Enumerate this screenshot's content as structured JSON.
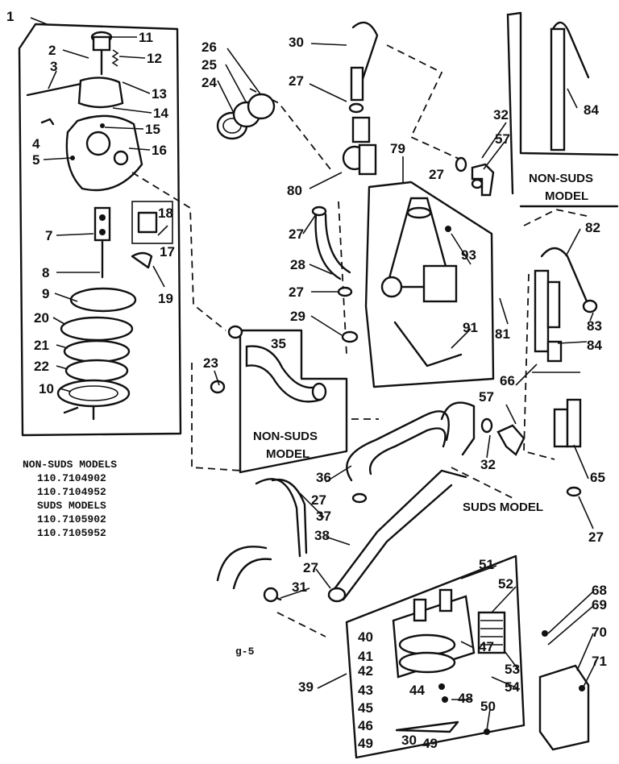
{
  "labels": [
    {
      "id": "1",
      "text": "1"
    },
    {
      "id": "2",
      "text": "2"
    },
    {
      "id": "3",
      "text": "3"
    },
    {
      "id": "4",
      "text": "4"
    },
    {
      "id": "5",
      "text": "5"
    },
    {
      "id": "7",
      "text": "7"
    },
    {
      "id": "8",
      "text": "8"
    },
    {
      "id": "9",
      "text": "9"
    },
    {
      "id": "10",
      "text": "10"
    },
    {
      "id": "11",
      "text": "11"
    },
    {
      "id": "12",
      "text": "12"
    },
    {
      "id": "13",
      "text": "13"
    },
    {
      "id": "14",
      "text": "14"
    },
    {
      "id": "15",
      "text": "15"
    },
    {
      "id": "16",
      "text": "16"
    },
    {
      "id": "17",
      "text": "17"
    },
    {
      "id": "18",
      "text": "18"
    },
    {
      "id": "19",
      "text": "19"
    },
    {
      "id": "20",
      "text": "20"
    },
    {
      "id": "21",
      "text": "21"
    },
    {
      "id": "22",
      "text": "22"
    },
    {
      "id": "23",
      "text": "23"
    },
    {
      "id": "24",
      "text": "24"
    },
    {
      "id": "25",
      "text": "25"
    },
    {
      "id": "26",
      "text": "26"
    },
    {
      "id": "27a",
      "text": "27"
    },
    {
      "id": "27b",
      "text": "27"
    },
    {
      "id": "27c",
      "text": "27"
    },
    {
      "id": "27d",
      "text": "27"
    },
    {
      "id": "27e",
      "text": "27"
    },
    {
      "id": "27f",
      "text": "27"
    },
    {
      "id": "27g",
      "text": "27"
    },
    {
      "id": "28",
      "text": "28"
    },
    {
      "id": "29",
      "text": "29"
    },
    {
      "id": "30",
      "text": "30"
    },
    {
      "id": "30b",
      "text": "30"
    },
    {
      "id": "31",
      "text": "31"
    },
    {
      "id": "32a",
      "text": "32"
    },
    {
      "id": "32b",
      "text": "32"
    },
    {
      "id": "35",
      "text": "35"
    },
    {
      "id": "36",
      "text": "36"
    },
    {
      "id": "37",
      "text": "37"
    },
    {
      "id": "38",
      "text": "38"
    },
    {
      "id": "39",
      "text": "39"
    },
    {
      "id": "40",
      "text": "40"
    },
    {
      "id": "41",
      "text": "41"
    },
    {
      "id": "42",
      "text": "42"
    },
    {
      "id": "43",
      "text": "43"
    },
    {
      "id": "44",
      "text": "44"
    },
    {
      "id": "45",
      "text": "45"
    },
    {
      "id": "46",
      "text": "46"
    },
    {
      "id": "47",
      "text": "47"
    },
    {
      "id": "48",
      "text": "48"
    },
    {
      "id": "49a",
      "text": "49"
    },
    {
      "id": "49b",
      "text": "49"
    },
    {
      "id": "50",
      "text": "50"
    },
    {
      "id": "51",
      "text": "51"
    },
    {
      "id": "52",
      "text": "52"
    },
    {
      "id": "53",
      "text": "53"
    },
    {
      "id": "54",
      "text": "54"
    },
    {
      "id": "57a",
      "text": "57"
    },
    {
      "id": "57b",
      "text": "57"
    },
    {
      "id": "65",
      "text": "65"
    },
    {
      "id": "66",
      "text": "66"
    },
    {
      "id": "68",
      "text": "68"
    },
    {
      "id": "69",
      "text": "69"
    },
    {
      "id": "70",
      "text": "70"
    },
    {
      "id": "71",
      "text": "71"
    },
    {
      "id": "79",
      "text": "79"
    },
    {
      "id": "80",
      "text": "80"
    },
    {
      "id": "81",
      "text": "81"
    },
    {
      "id": "82",
      "text": "82"
    },
    {
      "id": "83",
      "text": "83"
    },
    {
      "id": "84a",
      "text": "84"
    },
    {
      "id": "84b",
      "text": "84"
    },
    {
      "id": "91",
      "text": "91"
    },
    {
      "id": "93",
      "text": "93"
    }
  ],
  "boxes": {
    "non_suds_top_right": [
      "NON-SUDS",
      "MODEL"
    ],
    "non_suds_center": [
      "NON-SUDS",
      "MODEL"
    ],
    "suds_model": "SUDS MODEL"
  },
  "model_list": [
    "NON-SUDS MODELS",
    "110.7104902",
    "110.7104952",
    "SUDS MODELS",
    "110.7105902",
    "110.7105952"
  ],
  "page_code": "g-5"
}
